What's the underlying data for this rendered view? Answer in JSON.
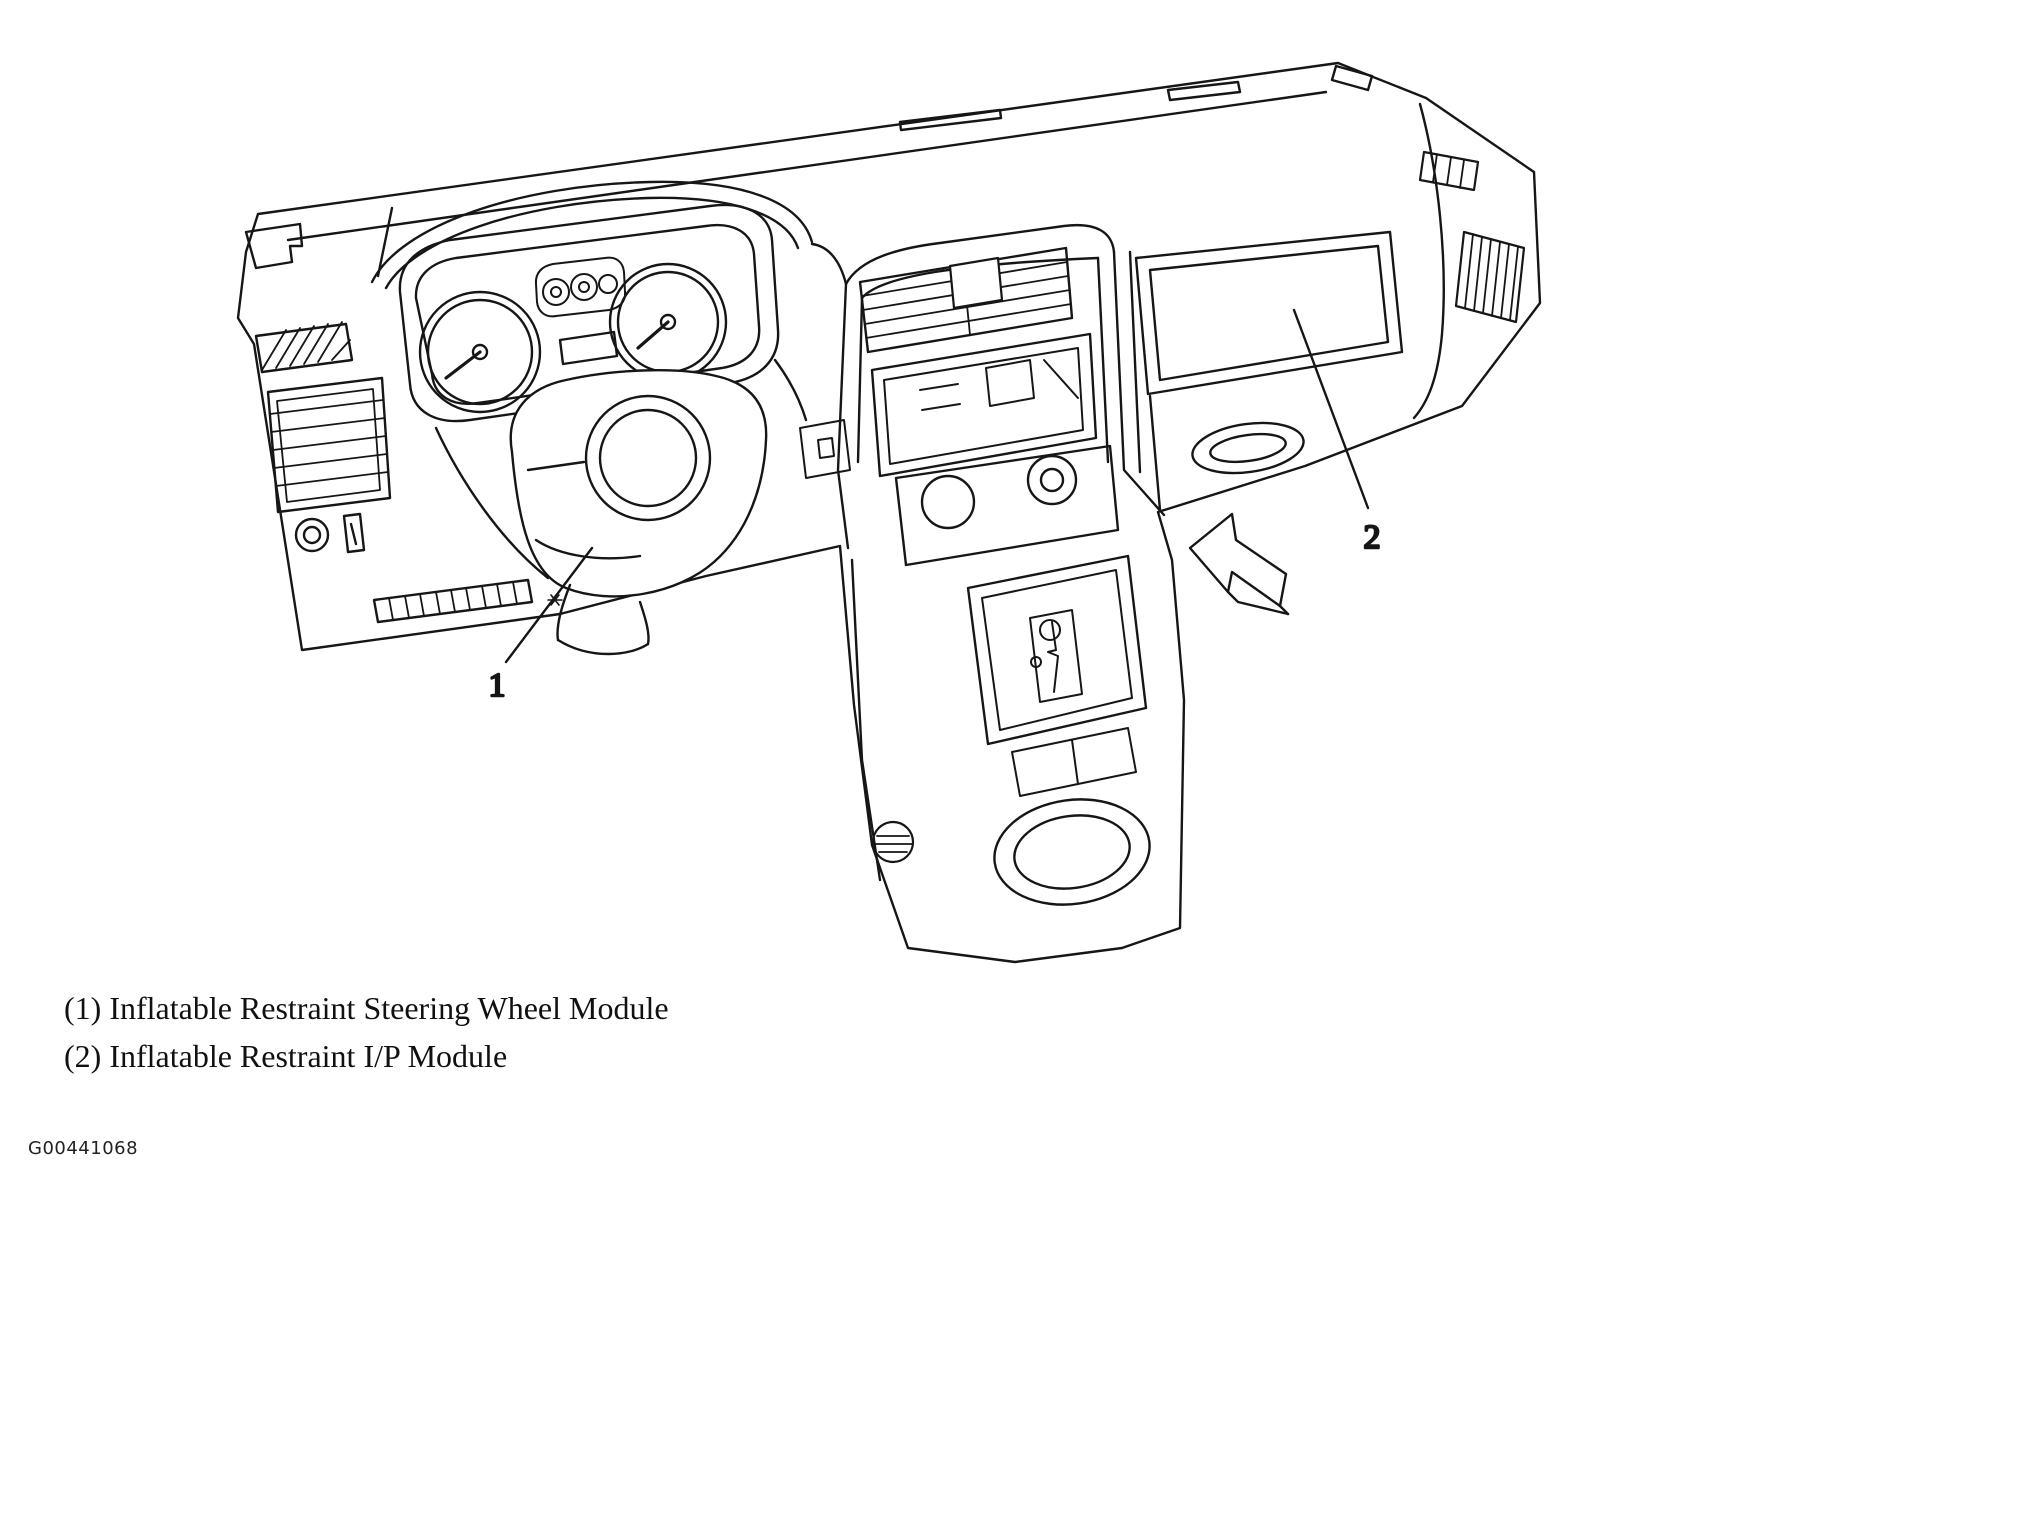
{
  "figure": {
    "code": "G00441068",
    "captions": [
      "(1) Inflatable Restraint Steering Wheel Module",
      "(2) Inflatable Restraint I/P Module"
    ],
    "callout_1": "1",
    "callout_2": "2"
  },
  "colors": {
    "line": "#161616",
    "background": "#ffffff"
  }
}
